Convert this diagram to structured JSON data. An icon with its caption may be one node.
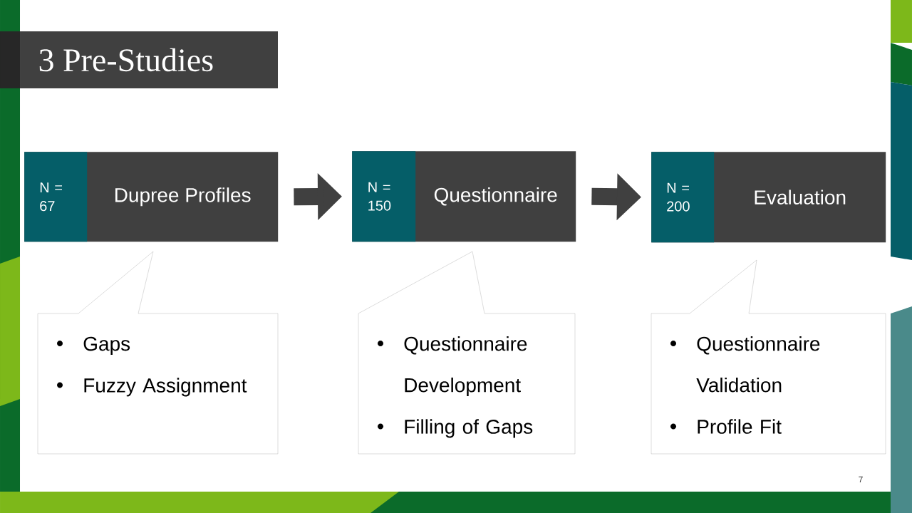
{
  "diagram": {
    "title": "3 Pre-Studies",
    "nodes": [
      {
        "text": [
          "Dupree Profiles"
        ]
      },
      {
        "text": [
          "N = 67"
        ],
        "in": 0
      },
      {
        "text": [
          "Questionnaire"
        ]
      },
      {
        "text": [
          "N = 150"
        ],
        "in": 2
      },
      {
        "text": [
          "Evaluation"
        ]
      },
      {
        "text": [
          "N = 200"
        ],
        "in": 4
      },
      {
        "text": [
          "Gaps",
          "Fuzzy Assignment"
        ]
      },
      {
        "text": [
          "Questionnaire Development",
          "Filling of Gaps"
        ]
      },
      {
        "text": [
          "Questionnaire Validation",
          "Profile Fit"
        ]
      }
    ],
    "edges": [
      {
        "from": 0,
        "to": 2,
        "arrow": "to"
      },
      {
        "from": 2,
        "to": 4,
        "arrow": "to"
      }
    ],
    "labels": [
      "7"
    ]
  }
}
